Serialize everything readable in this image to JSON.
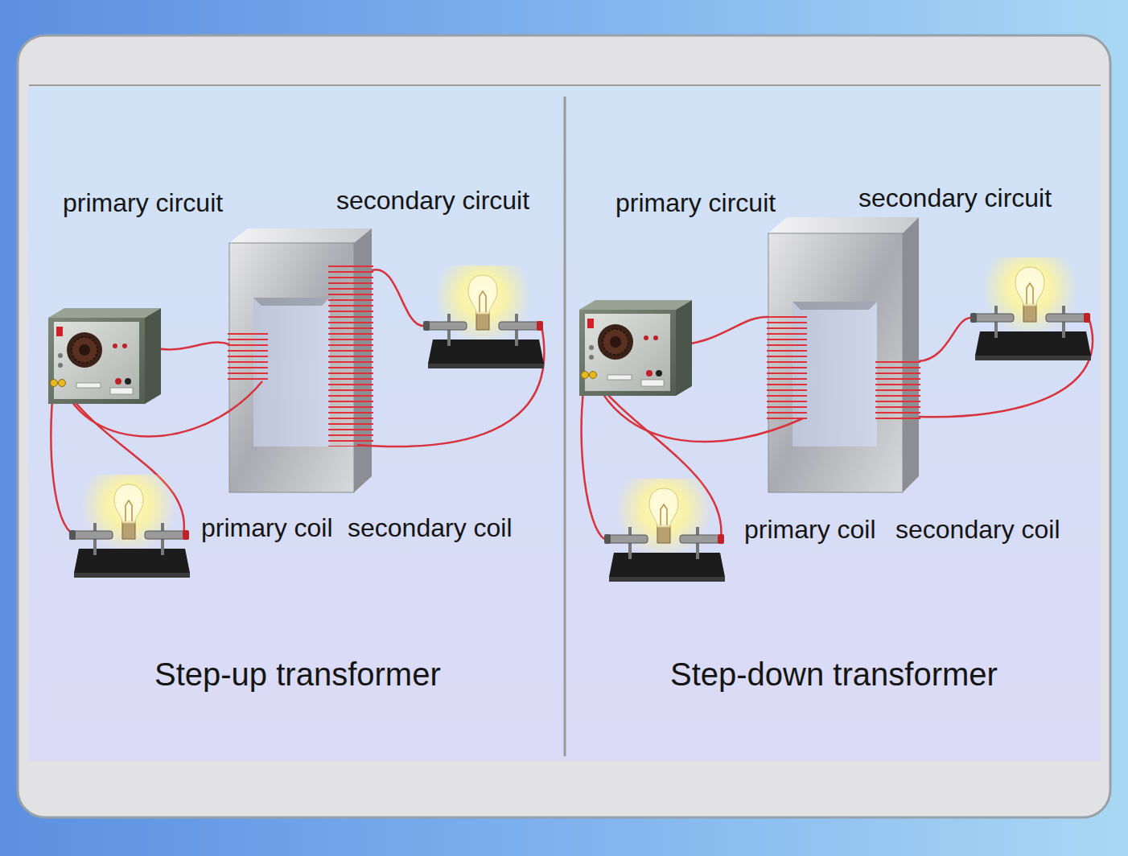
{
  "diagram": {
    "labels": [
      "primary circuit",
      "secondary circuit",
      "primary coil",
      "secondary coil",
      "Step-up transformer",
      "primary circuit",
      "secondary circuit",
      "primary coil",
      "secondary coil",
      "Step-down transformer"
    ]
  }
}
